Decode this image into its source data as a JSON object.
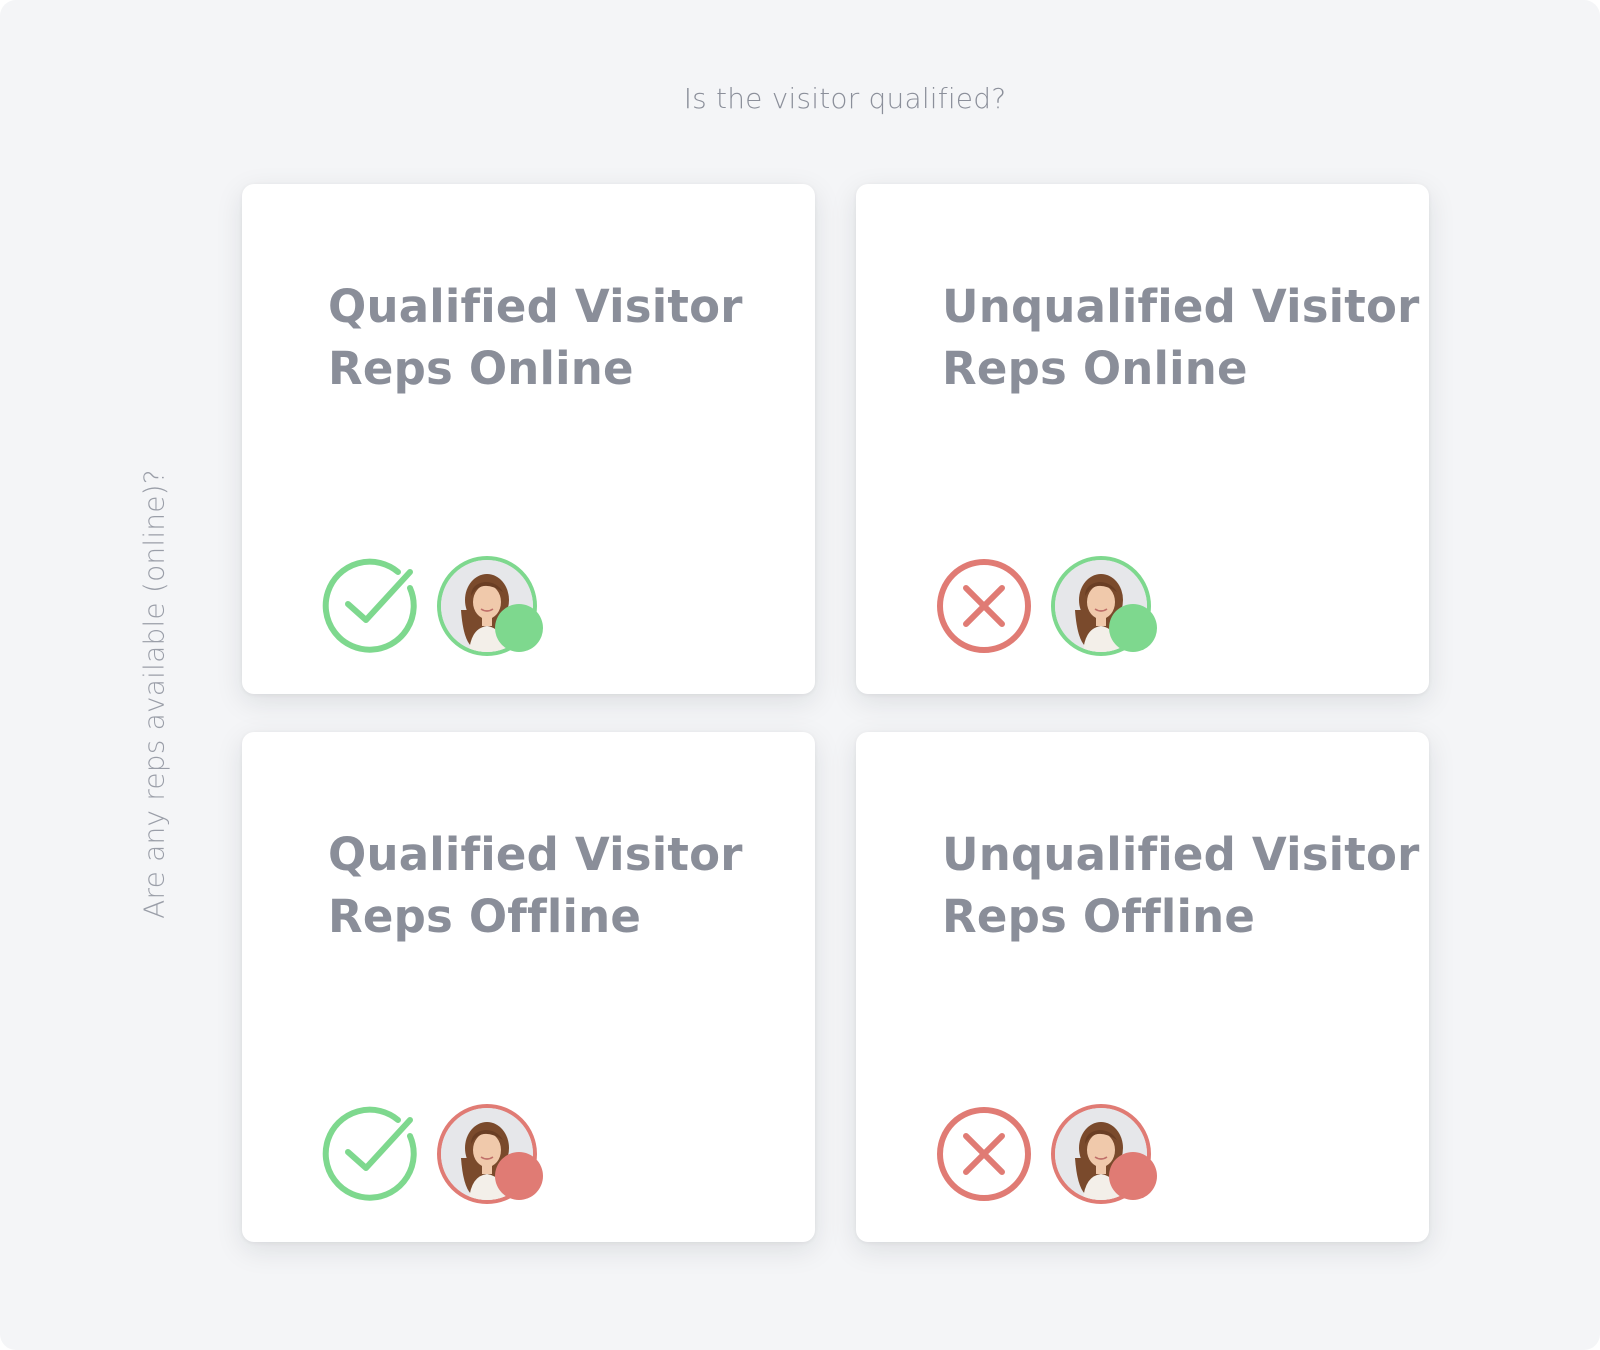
{
  "labels": {
    "top_question": "Is the visitor qualified?",
    "side_question": "Are any reps available (online)?"
  },
  "colors": {
    "positive": "#7ed88e",
    "negative": "#e07b74",
    "title_text": "#8a8e99",
    "background": "#f4f5f7"
  },
  "cards": [
    {
      "title_line1": "Qualified Visitor",
      "title_line2": "Reps Online",
      "qualified_icon": "check-circle-icon",
      "rep_status": "online"
    },
    {
      "title_line1": "Unqualified Visitor",
      "title_line2": "Reps Online",
      "qualified_icon": "x-circle-icon",
      "rep_status": "online"
    },
    {
      "title_line1": "Qualified Visitor",
      "title_line2": "Reps Offline",
      "qualified_icon": "check-circle-icon",
      "rep_status": "offline"
    },
    {
      "title_line1": "Unqualified Visitor",
      "title_line2": "Reps Offline",
      "qualified_icon": "x-circle-icon",
      "rep_status": "offline"
    }
  ]
}
